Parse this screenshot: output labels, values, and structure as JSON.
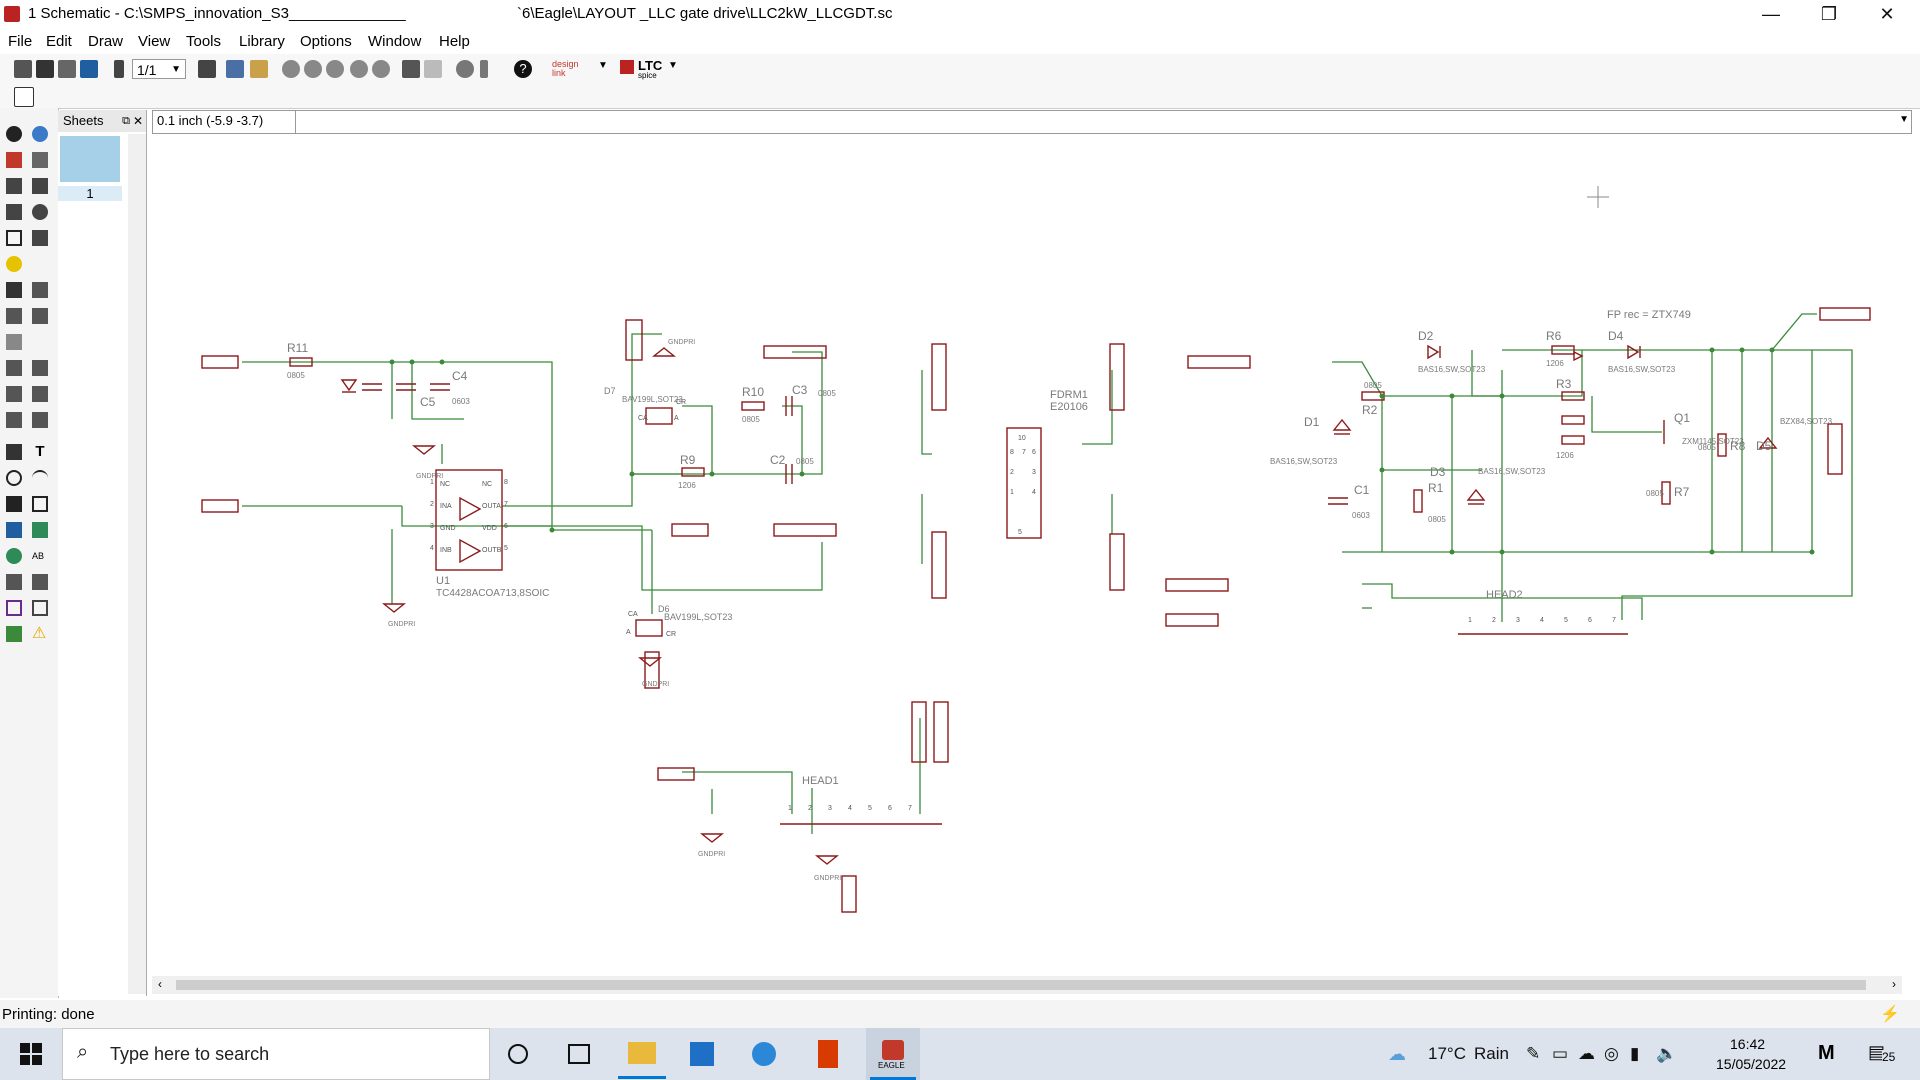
{
  "window": {
    "title": "1 Schematic - C:\\SMPS_innovation_S3______________",
    "title_path": "`6\\Eagle\\LAYOUT _LLC gate drive\\LLC2kW_LLCGDT.sc",
    "minimize": "—",
    "maximize": "❐",
    "close": "✕"
  },
  "menu": [
    "File",
    "Edit",
    "Draw",
    "View",
    "Tools",
    "Library",
    "Options",
    "Window",
    "Help"
  ],
  "toolbar": {
    "sheet_select": "1/1",
    "ltc_label": "LTC",
    "ltc_sub": "spice",
    "designlink": "design link"
  },
  "sheets_panel": {
    "title": "Sheets",
    "sheet_number": "1"
  },
  "command_bar": {
    "coordinates": "0.1 inch (-5.9 -3.7)",
    "command": ""
  },
  "status": {
    "text": "Printing: done"
  },
  "schematic": {
    "annotation": "FP rec = ZTX749",
    "parts": [
      {
        "name": "R11",
        "value": "0805"
      },
      {
        "name": "C4",
        "value": "0603"
      },
      {
        "name": "C5",
        "value": ""
      },
      {
        "name": "U1",
        "value": "TC4428ACOA713,8SOIC"
      },
      {
        "name": "D7",
        "value": "BAV199L,SOT23"
      },
      {
        "name": "R10",
        "value": "0805"
      },
      {
        "name": "C3",
        "value": "0805"
      },
      {
        "name": "R9",
        "value": "1206"
      },
      {
        "name": "C2",
        "value": "0805"
      },
      {
        "name": "D6",
        "value": "BAV199L,SOT23"
      },
      {
        "name": "FDRM1",
        "value": "E20106"
      },
      {
        "name": "D2",
        "value": "BAS16,SW,SOT23"
      },
      {
        "name": "R6",
        "value": "1206"
      },
      {
        "name": "D4",
        "value": "BAS16,SW,SOT23"
      },
      {
        "name": "R3",
        "value": "1206"
      },
      {
        "name": "D1",
        "value": "BAS16,SW,SOT23"
      },
      {
        "name": "R2",
        "value": "0805"
      },
      {
        "name": "D3",
        "value": "BAS16,SW,SOT23"
      },
      {
        "name": "C1",
        "value": "0603"
      },
      {
        "name": "R1",
        "value": "0805"
      },
      {
        "name": "Q1",
        "value": "ZXM1145,SOT23"
      },
      {
        "name": "R7",
        "value": "0805"
      },
      {
        "name": "R8",
        "value": "0805"
      },
      {
        "name": "D5",
        "value": "BZX84,SOT23"
      },
      {
        "name": "HEAD1",
        "value": ""
      },
      {
        "name": "HEAD2",
        "value": ""
      }
    ],
    "supply_label": "GNDPRI",
    "u1_pins": [
      "NC",
      "INA",
      "GND",
      "INB",
      "NC",
      "OUTA",
      "VDD",
      "OUTB"
    ],
    "u1_pin_numbers": [
      "1",
      "2",
      "3",
      "4",
      "8",
      "7",
      "6",
      "5"
    ],
    "head_pin_numbers": [
      "1",
      "2",
      "3",
      "4",
      "5",
      "6",
      "7"
    ],
    "d_pin_labels": [
      "CA",
      "CR",
      "A"
    ],
    "xfmr_pins": [
      "10",
      "5",
      "8",
      "7",
      "6",
      "2",
      "1",
      "3",
      "4"
    ]
  },
  "taskbar": {
    "search_placeholder": "Type here to search",
    "weather_temp": "17°C",
    "weather_text": "Rain",
    "time": "16:42",
    "date": "15/05/2022",
    "notifications": "25",
    "app_label": "EAGLE"
  },
  "colors": {
    "wire": "#3a8a3a",
    "symbol": "#8b1a1a",
    "text": "#7a7a7a",
    "accent": "#0078d7"
  }
}
